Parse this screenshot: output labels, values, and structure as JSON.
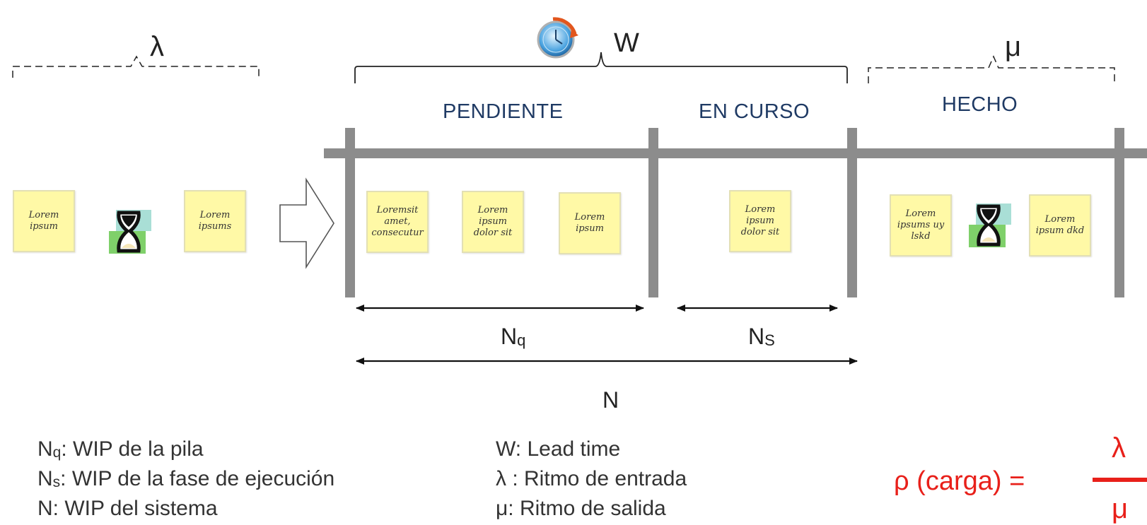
{
  "symbols": {
    "lambda_top": "λ",
    "w_top": "W",
    "mu_top": "μ"
  },
  "columns": {
    "pending": "PENDIENTE",
    "in_progress": "EN  CURSO",
    "done": "HECHO"
  },
  "notes": {
    "input_1": "Lorem ipsum",
    "input_2": "Lorem ipsums",
    "pending_1": "Loremsit amet, consecutur",
    "pending_2": "Lorem ipsum dolor sit",
    "pending_3": "Lorem ipsum",
    "in_progress_1": "Lorem ipsum dolor sit",
    "done_1": "Lorem ipsums uy lskd",
    "done_2": "Lorem ipsum dkd"
  },
  "measures": {
    "nq": {
      "main": "N",
      "sub": "q"
    },
    "ns": {
      "main": "N",
      "sub": "S"
    },
    "n": "N"
  },
  "legend": {
    "nq": {
      "main": "N",
      "sub": "q",
      "text": ":  WIP de la pila"
    },
    "ns": {
      "main": "N",
      "sub": "s",
      "text": ":  WIP de la fase de ejecución"
    },
    "n": "N:   WIP del sistema",
    "w": "W:  Lead time",
    "lambda": "λ :  Ritmo de entrada",
    "mu": "μ:  Ritmo de salida"
  },
  "formula": {
    "lhs": "ρ (carga) =",
    "numerator": "λ",
    "denominator": "μ"
  },
  "colors": {
    "board_gray": "#8c8c8c",
    "title_blue": "#1f3a64",
    "note_yellow": "#fff9a6",
    "formula_red": "#e8201a",
    "hourglass_green": "#7fd06a",
    "hourglass_teal": "#a9dfd6"
  },
  "icons": [
    "clock-icon",
    "hourglass-icon",
    "block-arrow-icon"
  ]
}
